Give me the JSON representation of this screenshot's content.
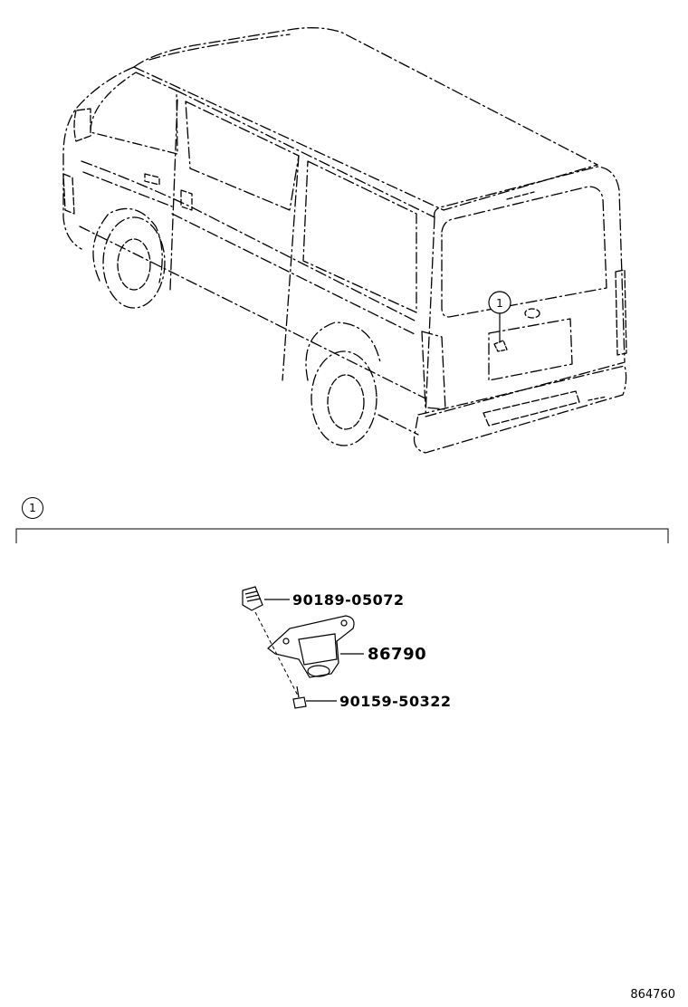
{
  "diagram_id": "864760",
  "section": {
    "callout": "1"
  },
  "vehicle": {
    "callout": "1"
  },
  "parts": [
    {
      "number": "90189-05072"
    },
    {
      "number": "86790"
    },
    {
      "number": "90159-50322"
    }
  ]
}
